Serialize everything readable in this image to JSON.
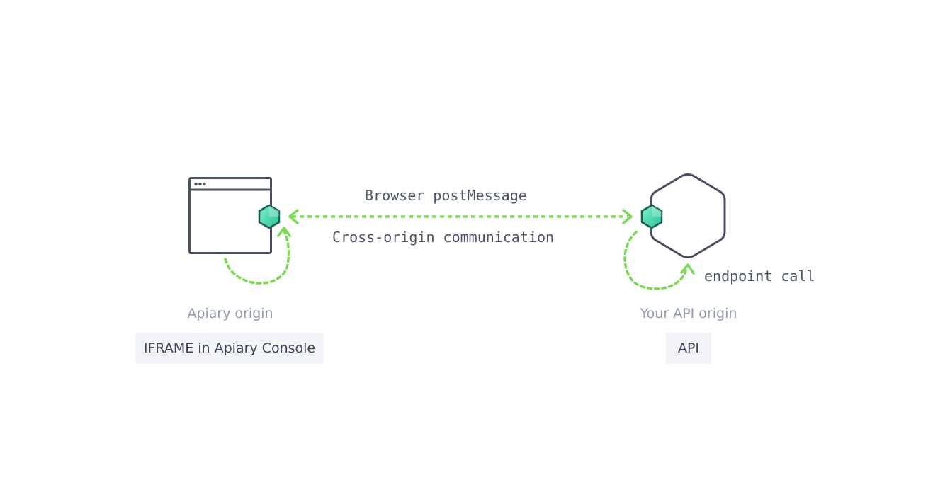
{
  "left_node": {
    "origin_label": "Apiary origin",
    "box_label": "IFRAME in Apiary Console",
    "icon": "browser-window-icon"
  },
  "right_node": {
    "origin_label": "Your API origin",
    "box_label": "API",
    "icon": "hexagon-api-icon"
  },
  "connection": {
    "top_label": "Browser postMessage",
    "bottom_label": "Cross-origin communication"
  },
  "endpoint_label": "endpoint call",
  "colors": {
    "outline": "#4a5063",
    "arrow_green": "#7ed957",
    "connector_teal": "#3fd1a9",
    "connector_dark": "#1e5c4f",
    "muted_text": "#8f9bb1",
    "box_bg": "#f2f4f8"
  }
}
